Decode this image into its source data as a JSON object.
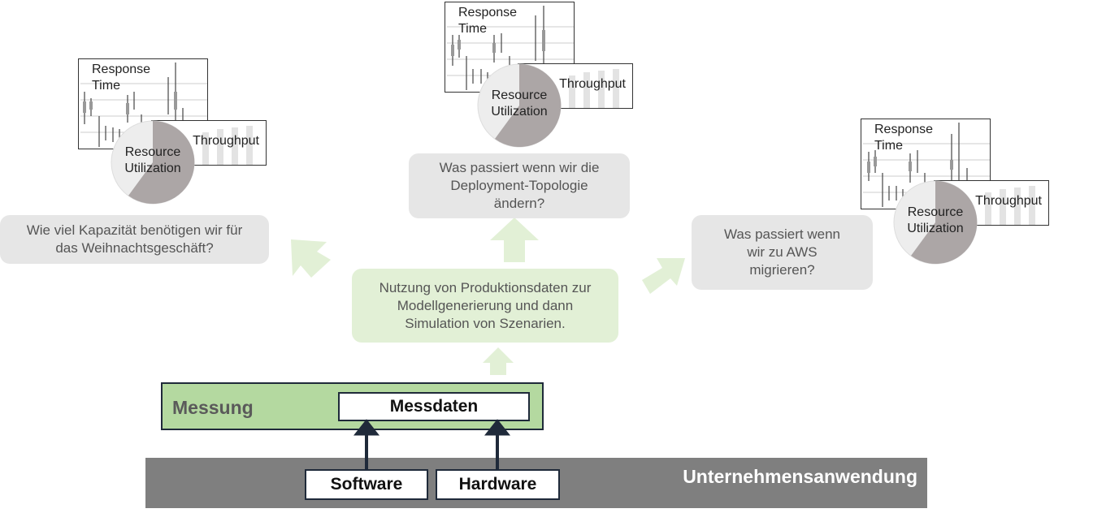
{
  "clusters": [
    {
      "response_time_label": "Response\nTime",
      "throughput_label": "Throughput",
      "resource_label": "Resource\nUtilization"
    },
    {
      "response_time_label": "Response\nTime",
      "throughput_label": "Throughput",
      "resource_label": "Resource\nUtilization"
    },
    {
      "response_time_label": "Response\nTime",
      "throughput_label": "Throughput",
      "resource_label": "Resource\nUtilization"
    }
  ],
  "questions": {
    "left": "Wie viel Kapazität benötigen wir für\ndas Weihnachtsgeschäft?",
    "middle": "Was passiert wenn wir die\nDeployment-Topologie\nändern?",
    "right": "Was passiert wenn\nwir zu AWS\nmigrieren?"
  },
  "center": {
    "text": "Nutzung von Produktionsdaten zur\nModellgenerierung und dann\nSimulation von Szenarien."
  },
  "measurement": {
    "label": "Messung",
    "data_label": "Messdaten"
  },
  "application": {
    "label": "Unternehmensanwendung",
    "software": "Software",
    "hardware": "Hardware"
  },
  "colors": {
    "green_arrow": "#e2f0d6",
    "dark_arrow": "#1f2a3a",
    "measurement_bg": "#b4d9a0",
    "application_bg": "#7f7f7f",
    "bubble_bg": "#e6e6e6"
  }
}
